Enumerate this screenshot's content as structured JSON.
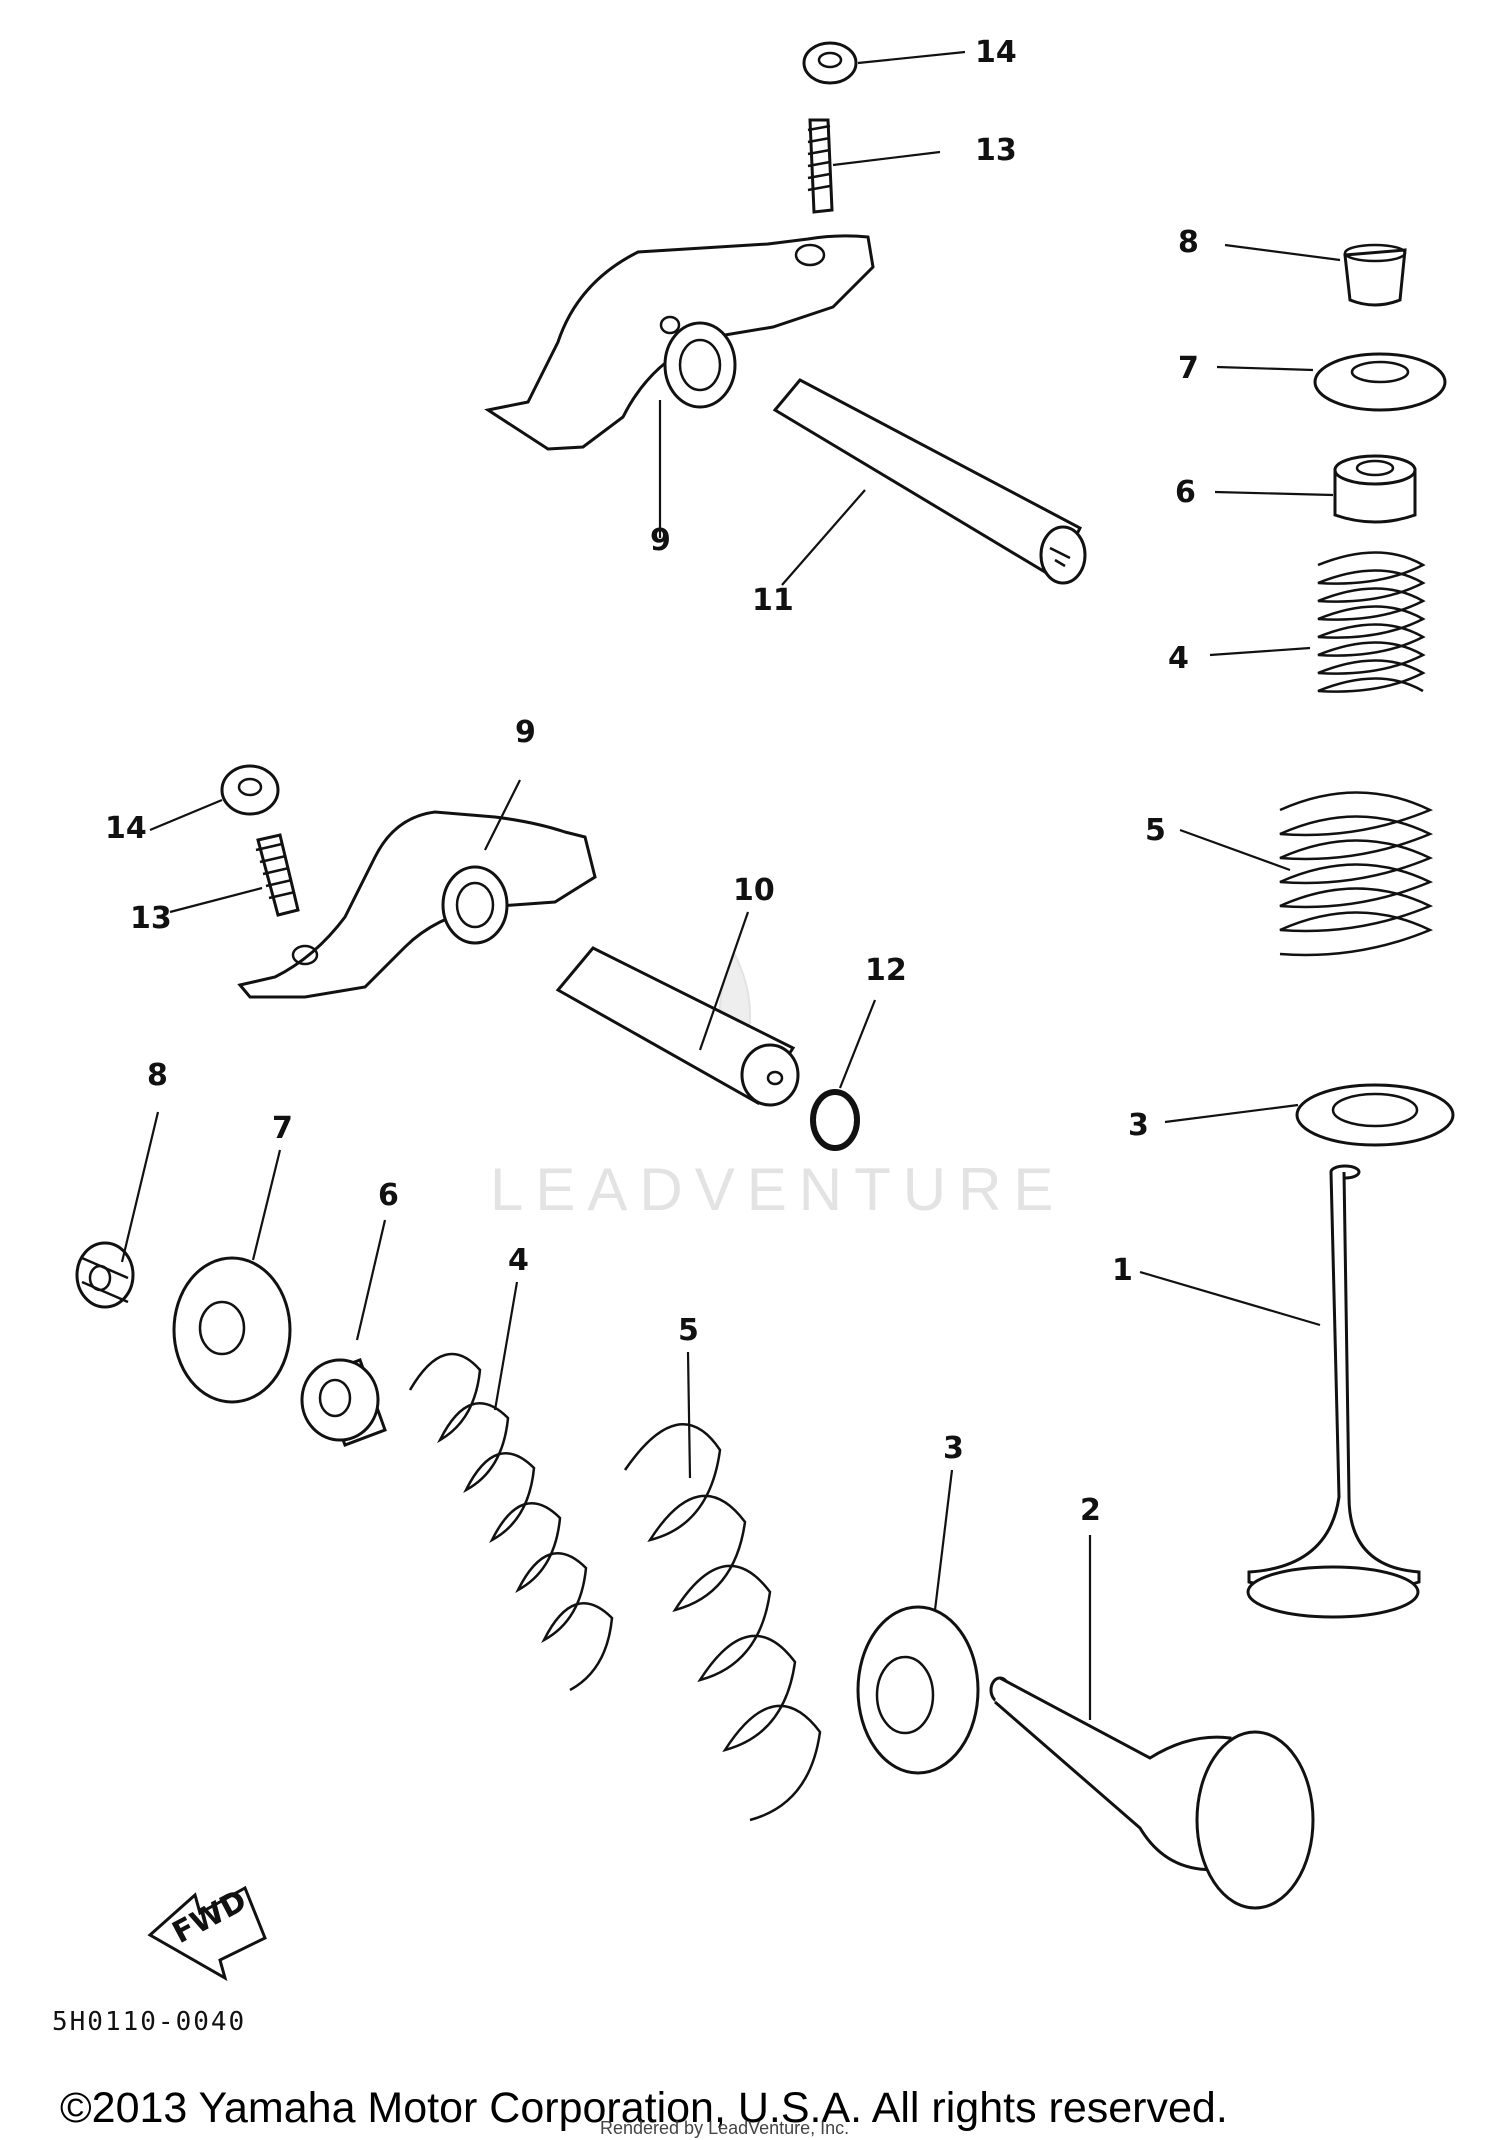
{
  "diagram": {
    "callouts": [
      {
        "id": "c14a",
        "text": "14"
      },
      {
        "id": "c13a",
        "text": "13"
      },
      {
        "id": "c8a",
        "text": "8"
      },
      {
        "id": "c7a",
        "text": "7"
      },
      {
        "id": "c6a",
        "text": "6"
      },
      {
        "id": "c4a",
        "text": "4"
      },
      {
        "id": "c5a",
        "text": "5"
      },
      {
        "id": "c3a",
        "text": "3"
      },
      {
        "id": "c1",
        "text": "1"
      },
      {
        "id": "c9a",
        "text": "9"
      },
      {
        "id": "c11",
        "text": "11"
      },
      {
        "id": "c9b",
        "text": "9"
      },
      {
        "id": "c14b",
        "text": "14"
      },
      {
        "id": "c13b",
        "text": "13"
      },
      {
        "id": "c10",
        "text": "10"
      },
      {
        "id": "c12",
        "text": "12"
      },
      {
        "id": "c8b",
        "text": "8"
      },
      {
        "id": "c7b",
        "text": "7"
      },
      {
        "id": "c6b",
        "text": "6"
      },
      {
        "id": "c4b",
        "text": "4"
      },
      {
        "id": "c5b",
        "text": "5"
      },
      {
        "id": "c3b",
        "text": "3"
      },
      {
        "id": "c2",
        "text": "2"
      }
    ],
    "fwd_label": "FWD",
    "drawing_code": "5H0110-0040",
    "watermark": "LEADVENTURE",
    "copyright": "©2013 Yamaha Motor Corporation, U.S.A. All rights reserved.",
    "rendered_by": "Rendered by LeadVenture, Inc."
  }
}
